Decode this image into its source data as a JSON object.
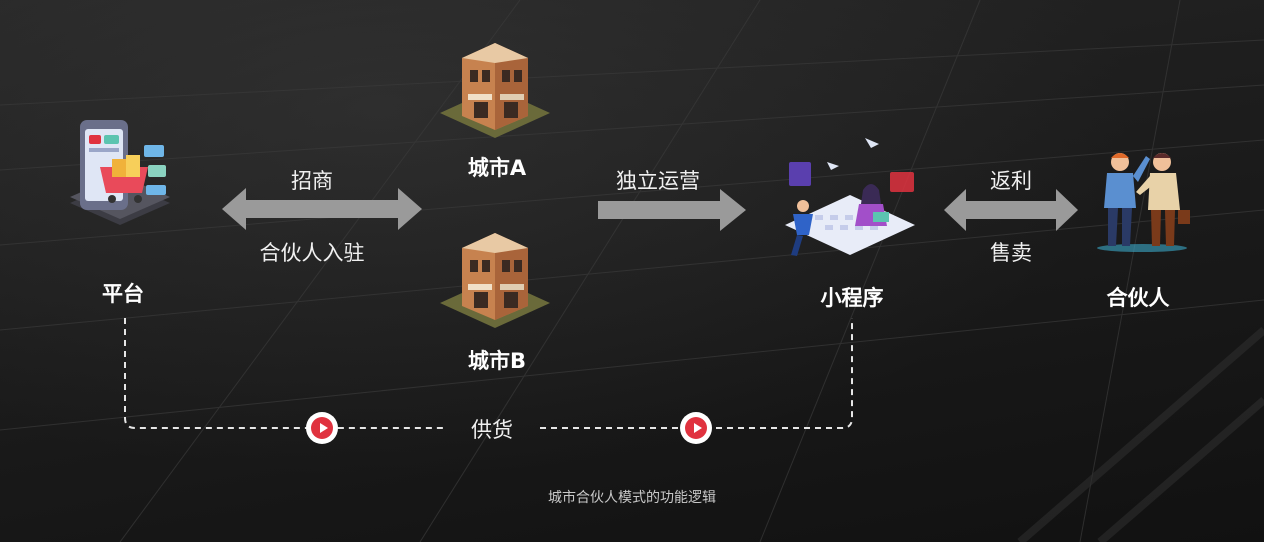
{
  "nodes": {
    "platform": "平台",
    "city_a": "城市A",
    "city_b": "城市B",
    "mini_program": "小程序",
    "partner": "合伙人"
  },
  "edges": {
    "recruit": "招商",
    "partner_join": "合伙人入驻",
    "independent_operation": "独立运营",
    "rebate": "返利",
    "sale": "售卖",
    "supply": "供货"
  },
  "caption": "城市合伙人模式的功能逻辑",
  "colors": {
    "arrow": "#9a9a9a",
    "accent_red": "#e0323f",
    "building_brick": "#b56a3f",
    "background": "#1e1e1e"
  },
  "icons": [
    "phone-shopping-cart-icon",
    "building-icon",
    "building-icon",
    "people-laptop-icon",
    "two-men-handshake-icon",
    "play-button-icon"
  ]
}
